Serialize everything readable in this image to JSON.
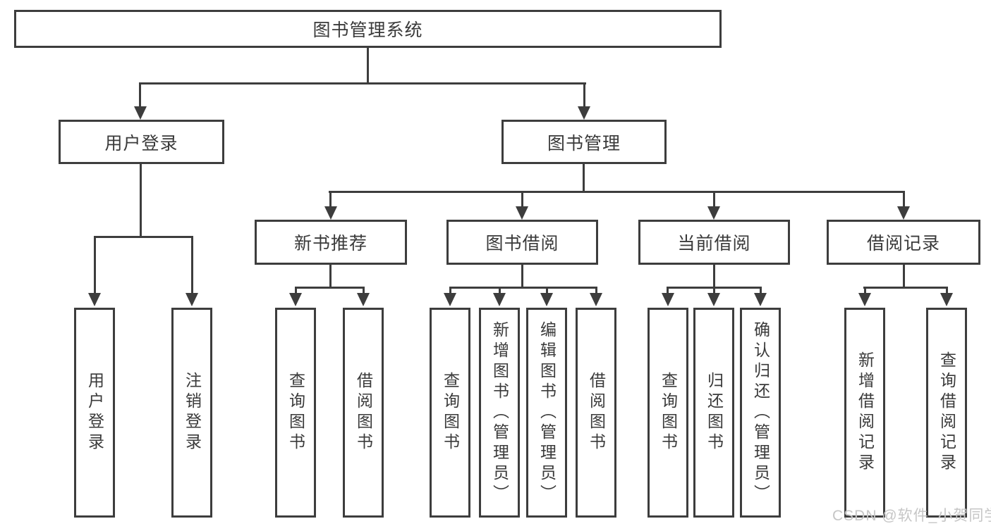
{
  "diagram": {
    "root": {
      "label": "图书管理系统"
    },
    "level2": {
      "user_login": {
        "label": "用户登录"
      },
      "book_mgmt": {
        "label": "图书管理"
      }
    },
    "level3": {
      "new_books": {
        "label": "新书推荐"
      },
      "book_borrow": {
        "label": "图书借阅"
      },
      "current_borrow": {
        "label": "当前借阅"
      },
      "borrow_records": {
        "label": "借阅记录"
      }
    },
    "leaves": {
      "user_login": [
        "用户登录",
        "注销登录"
      ],
      "new_books": [
        "查询图书",
        "借阅图书"
      ],
      "book_borrow": [
        "查询图书",
        "新增图书（管理员）",
        "编辑图书（管理员）",
        "借阅图书"
      ],
      "current_borrow": [
        "查询图书",
        "归还图书",
        "确认归还（管理员）"
      ],
      "borrow_records": [
        "新增借阅记录",
        "查询借阅记录"
      ]
    },
    "watermark": "CSDN @软件_小贺同学",
    "colors": {
      "line": "#3d3d3d",
      "text": "#3a3a3a",
      "watermark": "#c6c6c6",
      "background": "#ffffff"
    }
  }
}
